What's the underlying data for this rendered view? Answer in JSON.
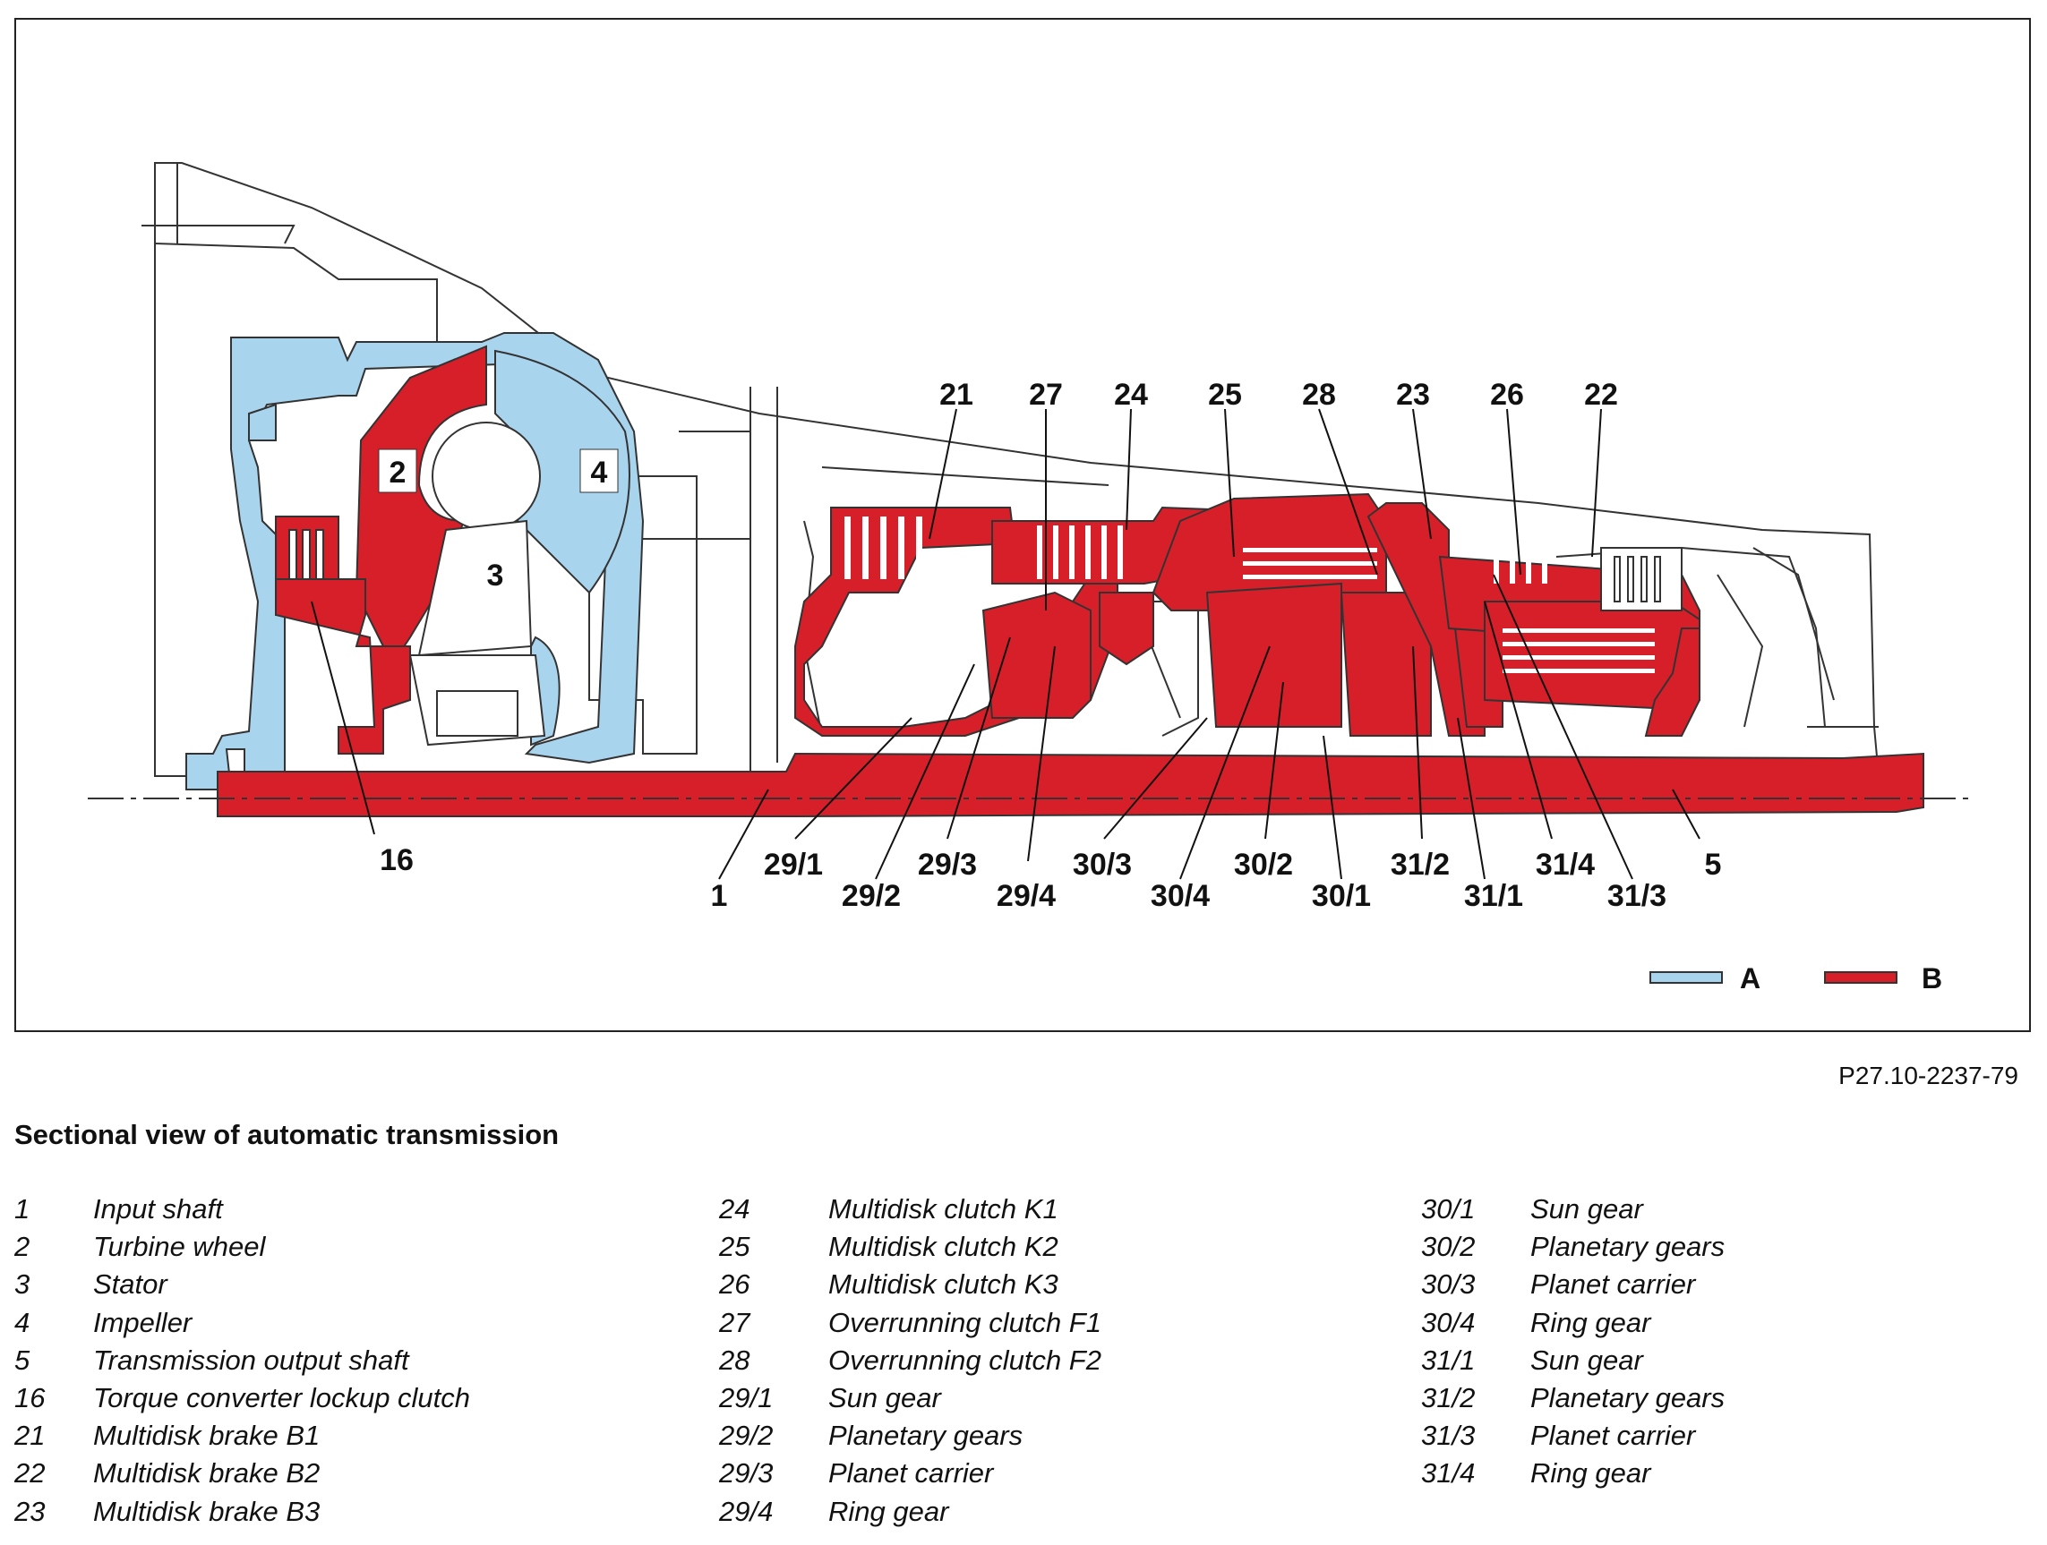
{
  "figure": {
    "code": "P27.10-2237-79",
    "title": "Sectional view of automatic transmission"
  },
  "colors": {
    "oil_a": "#a9d4ee",
    "oil_b": "#d71f2a",
    "outline": "#333333"
  },
  "diagram": {
    "box_labels": [
      "2",
      "4",
      "3"
    ],
    "callouts_top": [
      "21",
      "27",
      "24",
      "25",
      "28",
      "23",
      "26",
      "22"
    ],
    "callouts_bottom": [
      "16",
      "1",
      "29/1",
      "29/2",
      "29/3",
      "29/4",
      "30/3",
      "30/4",
      "30/2",
      "30/1",
      "31/2",
      "31/1",
      "31/4",
      "31/3",
      "5"
    ],
    "legend": [
      {
        "key": "A",
        "color": "#a9d4ee"
      },
      {
        "key": "B",
        "color": "#d71f2a"
      }
    ]
  },
  "legend_columns": [
    [
      {
        "num": "1",
        "text": "Input shaft"
      },
      {
        "num": "2",
        "text": "Turbine wheel"
      },
      {
        "num": "3",
        "text": "Stator"
      },
      {
        "num": "4",
        "text": "Impeller"
      },
      {
        "num": "5",
        "text": "Transmission output shaft"
      },
      {
        "num": "16",
        "text": "Torque converter lockup clutch"
      },
      {
        "num": "21",
        "text": "Multidisk brake B1"
      },
      {
        "num": "22",
        "text": "Multidisk brake B2"
      },
      {
        "num": "23",
        "text": "Multidisk brake B3"
      }
    ],
    [
      {
        "num": "24",
        "text": "Multidisk clutch K1"
      },
      {
        "num": "25",
        "text": "Multidisk clutch K2"
      },
      {
        "num": "26",
        "text": "Multidisk clutch K3"
      },
      {
        "num": "27",
        "text": "Overrunning clutch F1"
      },
      {
        "num": "28",
        "text": "Overrunning clutch F2"
      },
      {
        "num": "29/1",
        "text": "Sun gear"
      },
      {
        "num": "29/2",
        "text": "Planetary gears"
      },
      {
        "num": "29/3",
        "text": "Planet carrier"
      },
      {
        "num": "29/4",
        "text": "Ring gear"
      }
    ],
    [
      {
        "num": "30/1",
        "text": "Sun gear"
      },
      {
        "num": "30/2",
        "text": "Planetary gears"
      },
      {
        "num": "30/3",
        "text": "Planet carrier"
      },
      {
        "num": "30/4",
        "text": "Ring gear"
      },
      {
        "num": "31/1",
        "text": "Sun gear"
      },
      {
        "num": "31/2",
        "text": "Planetary gears"
      },
      {
        "num": "31/3",
        "text": "Planet carrier"
      },
      {
        "num": "31/4",
        "text": "Ring gear"
      }
    ]
  ]
}
